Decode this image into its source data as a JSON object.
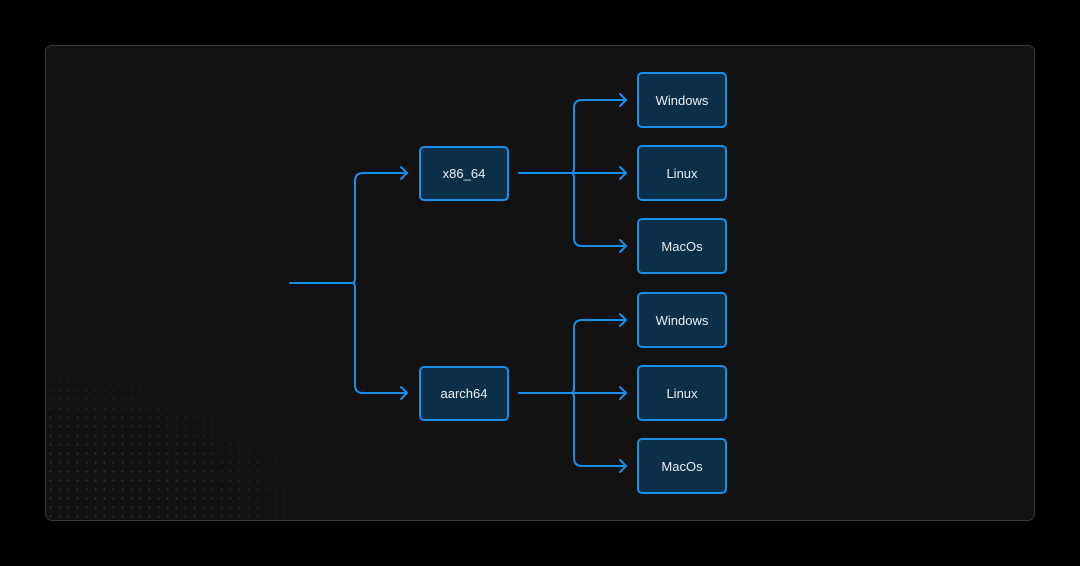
{
  "diagram": {
    "type": "tree",
    "colors": {
      "line": "#1a8fe8",
      "node_fill": "#0b2e49",
      "node_border": "#1a8fe8",
      "node_text": "#e8eef4",
      "panel_bg": "#121212",
      "page_bg": "#000000"
    },
    "architectures": [
      {
        "label": "x86_64",
        "platforms": [
          {
            "label": "Windows"
          },
          {
            "label": "Linux"
          },
          {
            "label": "MacOs"
          }
        ]
      },
      {
        "label": "aarch64",
        "platforms": [
          {
            "label": "Windows"
          },
          {
            "label": "Linux"
          },
          {
            "label": "MacOs"
          }
        ]
      }
    ]
  }
}
